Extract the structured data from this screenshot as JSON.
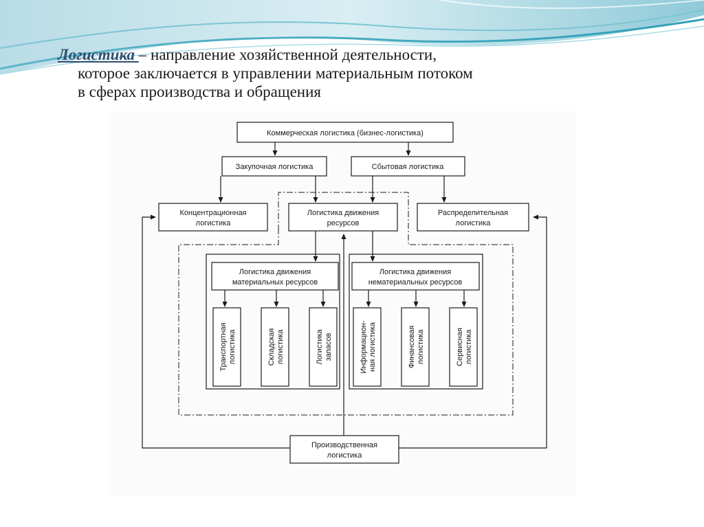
{
  "slide": {
    "term": "Логистика ",
    "definition_lines": [
      "– направление хозяйственной деятельности,",
      "которое заключается в управлении материальным потоком",
      "в сферах производства и обращения"
    ]
  },
  "diagram": {
    "commercial": "Коммерческая логистика (бизнес-логистика)",
    "purchasing": "Закупочная логистика",
    "sales": "Сбытовая логистика",
    "concentration": [
      "Концентрационная",
      "логистика"
    ],
    "resource_movement": [
      "Логистика движения",
      "ресурсов"
    ],
    "distribution": [
      "Распределительная",
      "логистика"
    ],
    "material_resources": [
      "Логистика движения",
      "материальных ресурсов"
    ],
    "nonmaterial_resources": [
      "Логистика движения",
      "нематериальных ресурсов"
    ],
    "transport": [
      "Транспортная",
      "логистика"
    ],
    "warehouse": [
      "Складская",
      "логистика"
    ],
    "inventory": [
      "Логистика",
      "запасов"
    ],
    "information": [
      "Информацион-",
      "ная логистика"
    ],
    "financial": [
      "Финансовая",
      "логистика"
    ],
    "service": [
      "Сервисная",
      "логистика"
    ],
    "production": [
      "Производственная",
      "логистика"
    ]
  }
}
